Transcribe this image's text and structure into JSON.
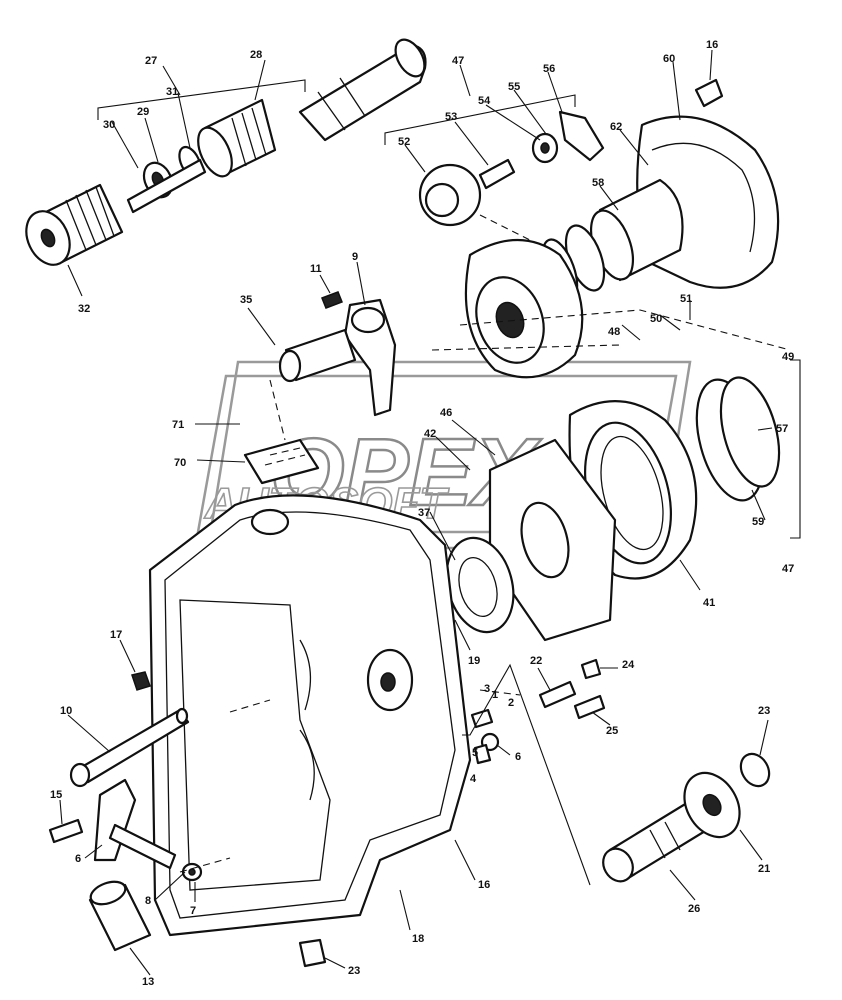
{
  "watermark": {
    "main_text": "OPEX",
    "sub_text": "AUTOSOFT"
  },
  "callouts": [
    {
      "id": "c27a",
      "text": "27"
    },
    {
      "id": "c30",
      "text": "30"
    },
    {
      "id": "c29",
      "text": "29"
    },
    {
      "id": "c28",
      "text": "28"
    },
    {
      "id": "c31",
      "text": "31"
    },
    {
      "id": "c32",
      "text": "32"
    },
    {
      "id": "c47a",
      "text": "47"
    },
    {
      "id": "c52",
      "text": "52"
    },
    {
      "id": "c53",
      "text": "53"
    },
    {
      "id": "c54",
      "text": "54"
    },
    {
      "id": "c55",
      "text": "55"
    },
    {
      "id": "c56",
      "text": "56"
    },
    {
      "id": "c60",
      "text": "60"
    },
    {
      "id": "c16a",
      "text": "16"
    },
    {
      "id": "c62",
      "text": "62"
    },
    {
      "id": "c58",
      "text": "58"
    },
    {
      "id": "c11",
      "text": "11"
    },
    {
      "id": "c9",
      "text": "9"
    },
    {
      "id": "c35",
      "text": "35"
    },
    {
      "id": "c71",
      "text": "71"
    },
    {
      "id": "c70",
      "text": "70"
    },
    {
      "id": "c46",
      "text": "46"
    },
    {
      "id": "c42",
      "text": "42"
    },
    {
      "id": "c48",
      "text": "48"
    },
    {
      "id": "c50",
      "text": "50"
    },
    {
      "id": "c51",
      "text": "51"
    },
    {
      "id": "c49",
      "text": "49"
    },
    {
      "id": "c57",
      "text": "57"
    },
    {
      "id": "c59",
      "text": "59"
    },
    {
      "id": "c47b",
      "text": "47"
    },
    {
      "id": "c37",
      "text": "37"
    },
    {
      "id": "c41",
      "text": "41"
    },
    {
      "id": "c17",
      "text": "17"
    },
    {
      "id": "c10",
      "text": "10"
    },
    {
      "id": "c15",
      "text": "15"
    },
    {
      "id": "c6a",
      "text": "6"
    },
    {
      "id": "c8",
      "text": "8"
    },
    {
      "id": "c7",
      "text": "7"
    },
    {
      "id": "c13",
      "text": "13"
    },
    {
      "id": "c18",
      "text": "18"
    },
    {
      "id": "c23a",
      "text": "23"
    },
    {
      "id": "c19",
      "text": "19"
    },
    {
      "id": "c22",
      "text": "22"
    },
    {
      "id": "c24",
      "text": "24"
    },
    {
      "id": "c25",
      "text": "25"
    },
    {
      "id": "c1",
      "text": "1"
    },
    {
      "id": "c3",
      "text": "3"
    },
    {
      "id": "c2",
      "text": "2"
    },
    {
      "id": "c4",
      "text": "4"
    },
    {
      "id": "c5",
      "text": "5"
    },
    {
      "id": "c6b",
      "text": "6"
    },
    {
      "id": "c16b",
      "text": "16"
    },
    {
      "id": "c23b",
      "text": "23"
    },
    {
      "id": "c21",
      "text": "21"
    },
    {
      "id": "c26",
      "text": "26"
    }
  ]
}
